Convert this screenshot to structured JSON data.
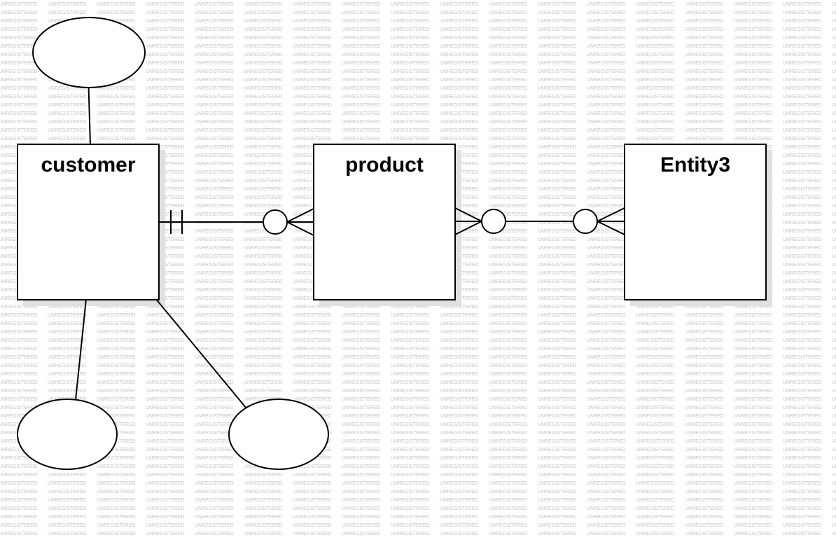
{
  "watermark": {
    "text": "UNREGISTERED"
  },
  "entities": [
    {
      "id": "customer",
      "name": "customer"
    },
    {
      "id": "product",
      "name": "product"
    },
    {
      "id": "entity3",
      "name": "Entity3"
    }
  ],
  "attributes": [
    {
      "owner": "customer",
      "label": ""
    },
    {
      "owner": "customer",
      "label": ""
    },
    {
      "owner": "customer",
      "label": ""
    }
  ],
  "relationships": [
    {
      "from": "customer",
      "to": "product",
      "from_cardinality": "one-and-only-one",
      "to_cardinality": "zero-or-many"
    },
    {
      "from": "product",
      "to": "entity3",
      "from_cardinality": "zero-or-many",
      "to_cardinality": "zero-or-many"
    }
  ]
}
